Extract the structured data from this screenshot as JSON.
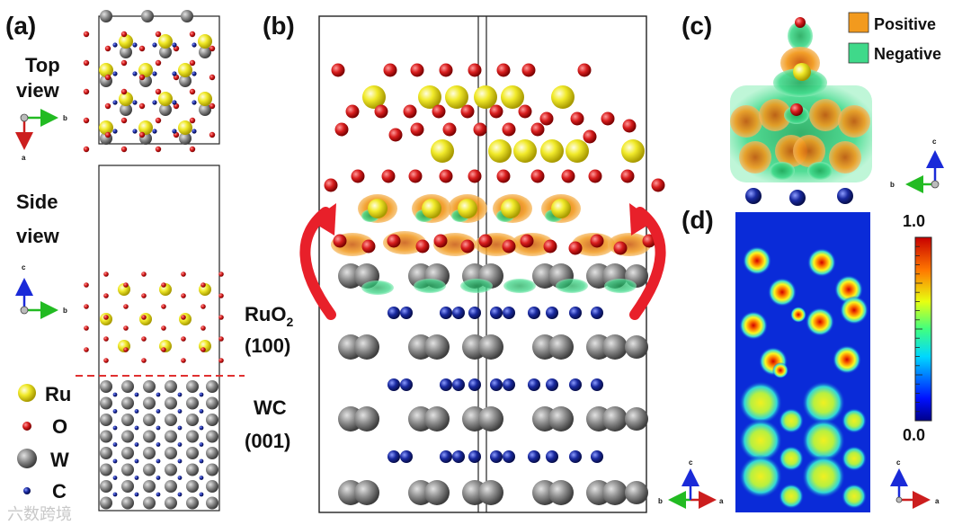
{
  "panels": {
    "a": {
      "letter": "(a)",
      "top_view": [
        "Top",
        "view"
      ],
      "side_view": [
        "Side",
        "view"
      ],
      "legend": [
        {
          "symbol": "Ru",
          "color": "#e8e21f"
        },
        {
          "symbol": "O",
          "color": "#d41f1f"
        },
        {
          "symbol": "W",
          "color": "#8a8a8a"
        },
        {
          "symbol": "C",
          "color": "#1a2a9a"
        }
      ],
      "axes_top": {
        "h": "b",
        "v": "a"
      },
      "axes_side": {
        "h": "b",
        "v": "c"
      }
    },
    "b": {
      "letter": "(b)",
      "layer1": [
        "RuO",
        "2",
        "(100)"
      ],
      "layer2": [
        "WC",
        "(001)"
      ]
    },
    "c": {
      "letter": "(c)",
      "legend": [
        {
          "label": "Positive",
          "color": "#f29a1e"
        },
        {
          "label": "Negative",
          "color": "#3fd98a"
        }
      ],
      "axes": {
        "h": "b",
        "v": "c"
      }
    },
    "d": {
      "letter": "(d)",
      "colorbar": {
        "max": "1.0",
        "min": "0.0"
      },
      "axes_left": {
        "h": "b",
        "v": "c",
        "r": "a"
      },
      "axes_right": {
        "h": "a",
        "v": "c"
      }
    }
  },
  "colors": {
    "ru": "#e8e21f",
    "o": "#d41f1f",
    "w": "#8a8a8a",
    "c": "#1a2a9a",
    "positive": "#f29a1e",
    "negative": "#3fd98a",
    "arrow": "#e8202a",
    "map_bg": "#0a2bd8"
  },
  "watermark": "六数跨境"
}
